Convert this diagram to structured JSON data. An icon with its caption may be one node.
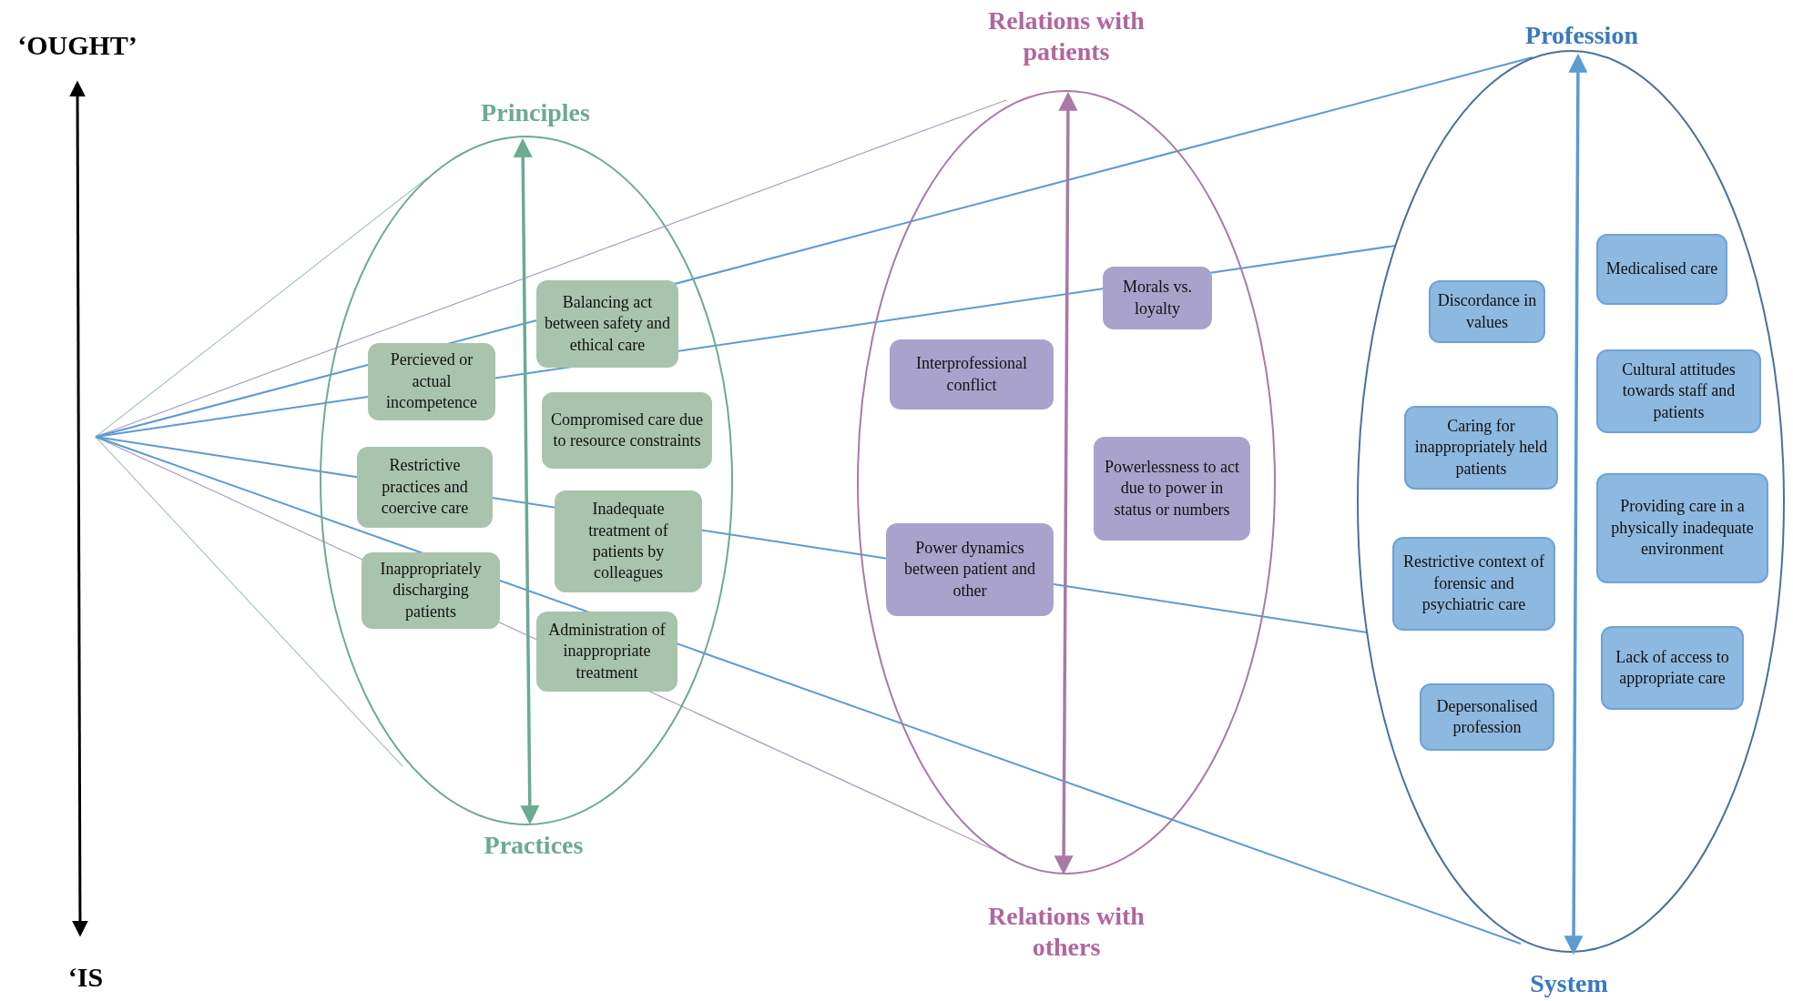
{
  "diagram": {
    "nodes": [
      {
        "text": [
          "Principles",
          "Practices"
        ]
      },
      {
        "text": [
          "Balancing act between safety and ethical care"
        ],
        "in": 0
      },
      {
        "text": [
          "Percieved or actual incompetence"
        ],
        "in": 0
      },
      {
        "text": [
          "Compromised care due to resource constraints"
        ],
        "in": 0
      },
      {
        "text": [
          "Restrictive practices and coercive care"
        ],
        "in": 0
      },
      {
        "text": [
          "Inadequate treatment of patients by colleagues"
        ],
        "in": 0
      },
      {
        "text": [
          "Inappropriately discharging patients"
        ],
        "in": 0
      },
      {
        "text": [
          "Administration of inappropriate treatment"
        ],
        "in": 0
      },
      {
        "text": [
          "Relations with patients",
          "Relations with others"
        ]
      },
      {
        "text": [
          "Morals vs. loyalty"
        ],
        "in": 8
      },
      {
        "text": [
          "Interprofessional conflict"
        ],
        "in": 8
      },
      {
        "text": [
          "Powerlessness to act due to power in status or numbers"
        ],
        "in": 8
      },
      {
        "text": [
          "Power dynamics between patient and other"
        ],
        "in": 8
      },
      {
        "text": [
          "Profession",
          "System"
        ]
      },
      {
        "text": [
          "Medicalised care"
        ],
        "in": 13
      },
      {
        "text": [
          "Discordance in values"
        ],
        "in": 13
      },
      {
        "text": [
          "Cultural attitudes towards staff and patients"
        ],
        "in": 13
      },
      {
        "text": [
          "Caring for inappropriately held patients"
        ],
        "in": 13
      },
      {
        "text": [
          "Providing care in a physically inadequate environment"
        ],
        "in": 13
      },
      {
        "text": [
          "Restrictive context of forensic and psychiatric care"
        ],
        "in": 13
      },
      {
        "text": [
          "Lack of access to appropriate care"
        ],
        "in": 13
      },
      {
        "text": [
          "Depersonalised profession"
        ],
        "in": 13
      }
    ],
    "labels": [
      "‘OUGHT’",
      "‘IS"
    ]
  }
}
